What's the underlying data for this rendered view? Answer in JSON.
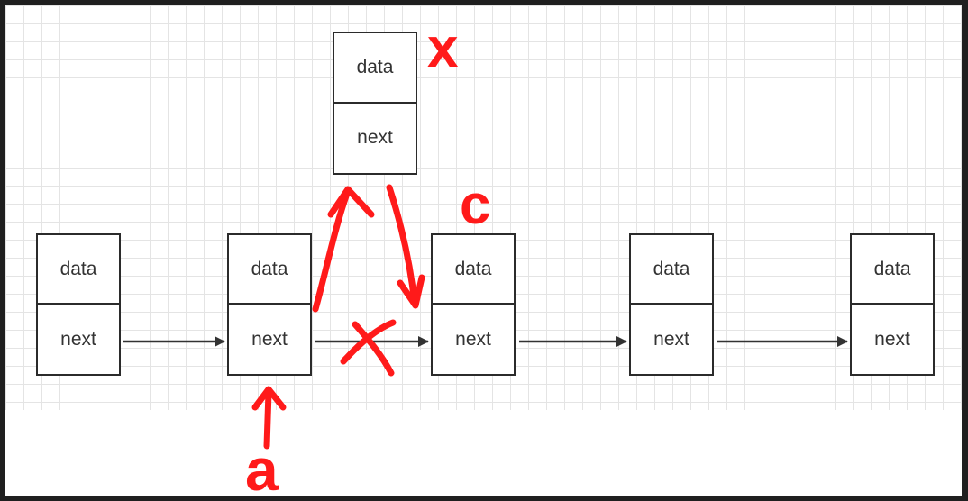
{
  "nodes": [
    {
      "id": "node-1",
      "data_label": "data",
      "next_label": "next"
    },
    {
      "id": "node-a",
      "data_label": "data",
      "next_label": "next"
    },
    {
      "id": "node-c",
      "data_label": "data",
      "next_label": "next"
    },
    {
      "id": "node-4",
      "data_label": "data",
      "next_label": "next"
    },
    {
      "id": "node-5",
      "data_label": "data",
      "next_label": "next"
    },
    {
      "id": "node-x",
      "data_label": "data",
      "next_label": "next"
    }
  ],
  "annotations": {
    "x_label": "x",
    "c_label": "c",
    "a_label": "a"
  },
  "colors": {
    "box_border": "#2b2b2b",
    "arrow": "#333333",
    "annotation": "#ff1a1a",
    "grid": "#e4e4e4"
  }
}
